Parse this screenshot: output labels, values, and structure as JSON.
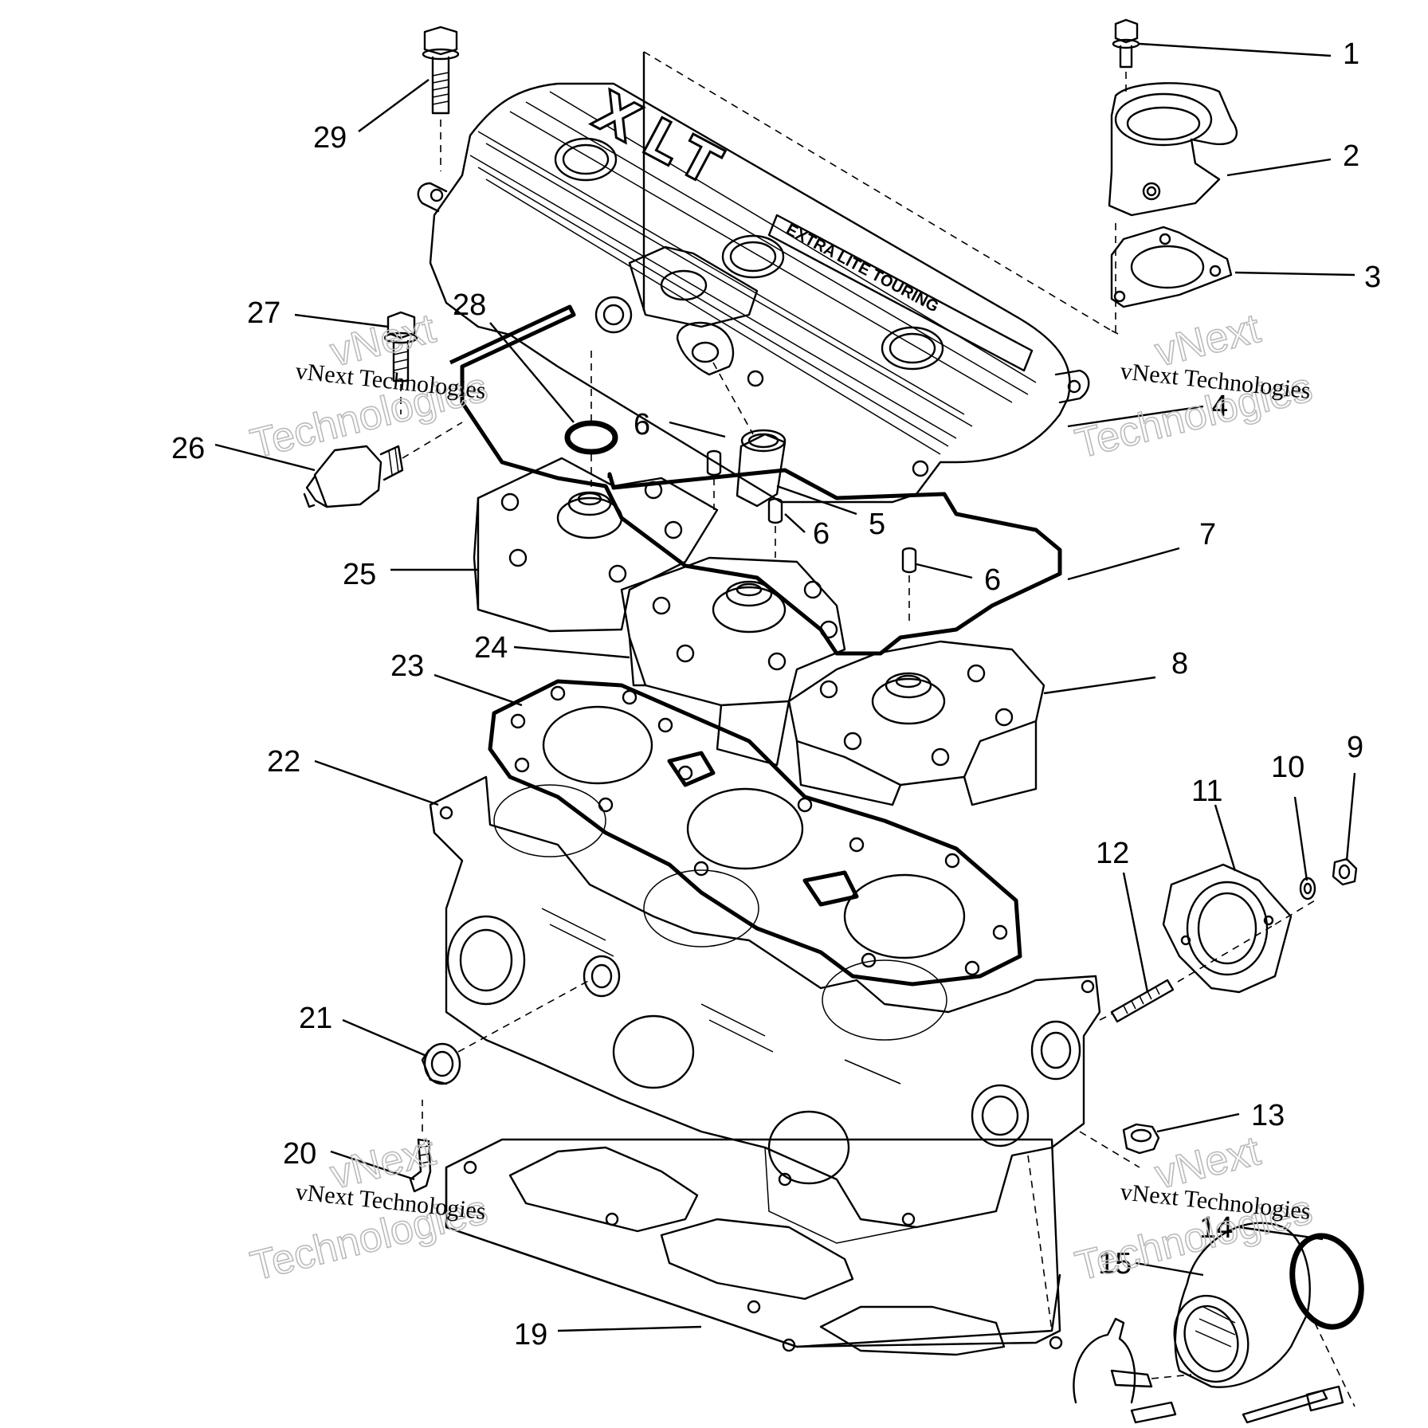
{
  "callouts": [
    {
      "id": "c1",
      "label": "1"
    },
    {
      "id": "c2",
      "label": "2"
    },
    {
      "id": "c3",
      "label": "3"
    },
    {
      "id": "c4",
      "label": "4"
    },
    {
      "id": "c5",
      "label": "5"
    },
    {
      "id": "c6a",
      "label": "6"
    },
    {
      "id": "c6b",
      "label": "6"
    },
    {
      "id": "c6c",
      "label": "6"
    },
    {
      "id": "c7",
      "label": "7"
    },
    {
      "id": "c8",
      "label": "8"
    },
    {
      "id": "c9",
      "label": "9"
    },
    {
      "id": "c10",
      "label": "10"
    },
    {
      "id": "c11",
      "label": "11"
    },
    {
      "id": "c12",
      "label": "12"
    },
    {
      "id": "c13",
      "label": "13"
    },
    {
      "id": "c14",
      "label": "14"
    },
    {
      "id": "c15",
      "label": "15"
    },
    {
      "id": "c19",
      "label": "19"
    },
    {
      "id": "c20",
      "label": "20"
    },
    {
      "id": "c21",
      "label": "21"
    },
    {
      "id": "c22",
      "label": "22"
    },
    {
      "id": "c23",
      "label": "23"
    },
    {
      "id": "c24",
      "label": "24"
    },
    {
      "id": "c25",
      "label": "25"
    },
    {
      "id": "c26",
      "label": "26"
    },
    {
      "id": "c27",
      "label": "27"
    },
    {
      "id": "c28",
      "label": "28"
    },
    {
      "id": "c29",
      "label": "29"
    }
  ],
  "cover_logo": "XLT",
  "cover_plate_text": "EXTRA LITE TOURING",
  "watermark": {
    "line1": "vNext Technologies",
    "line2": "vNext",
    "line3": "Technologies"
  }
}
